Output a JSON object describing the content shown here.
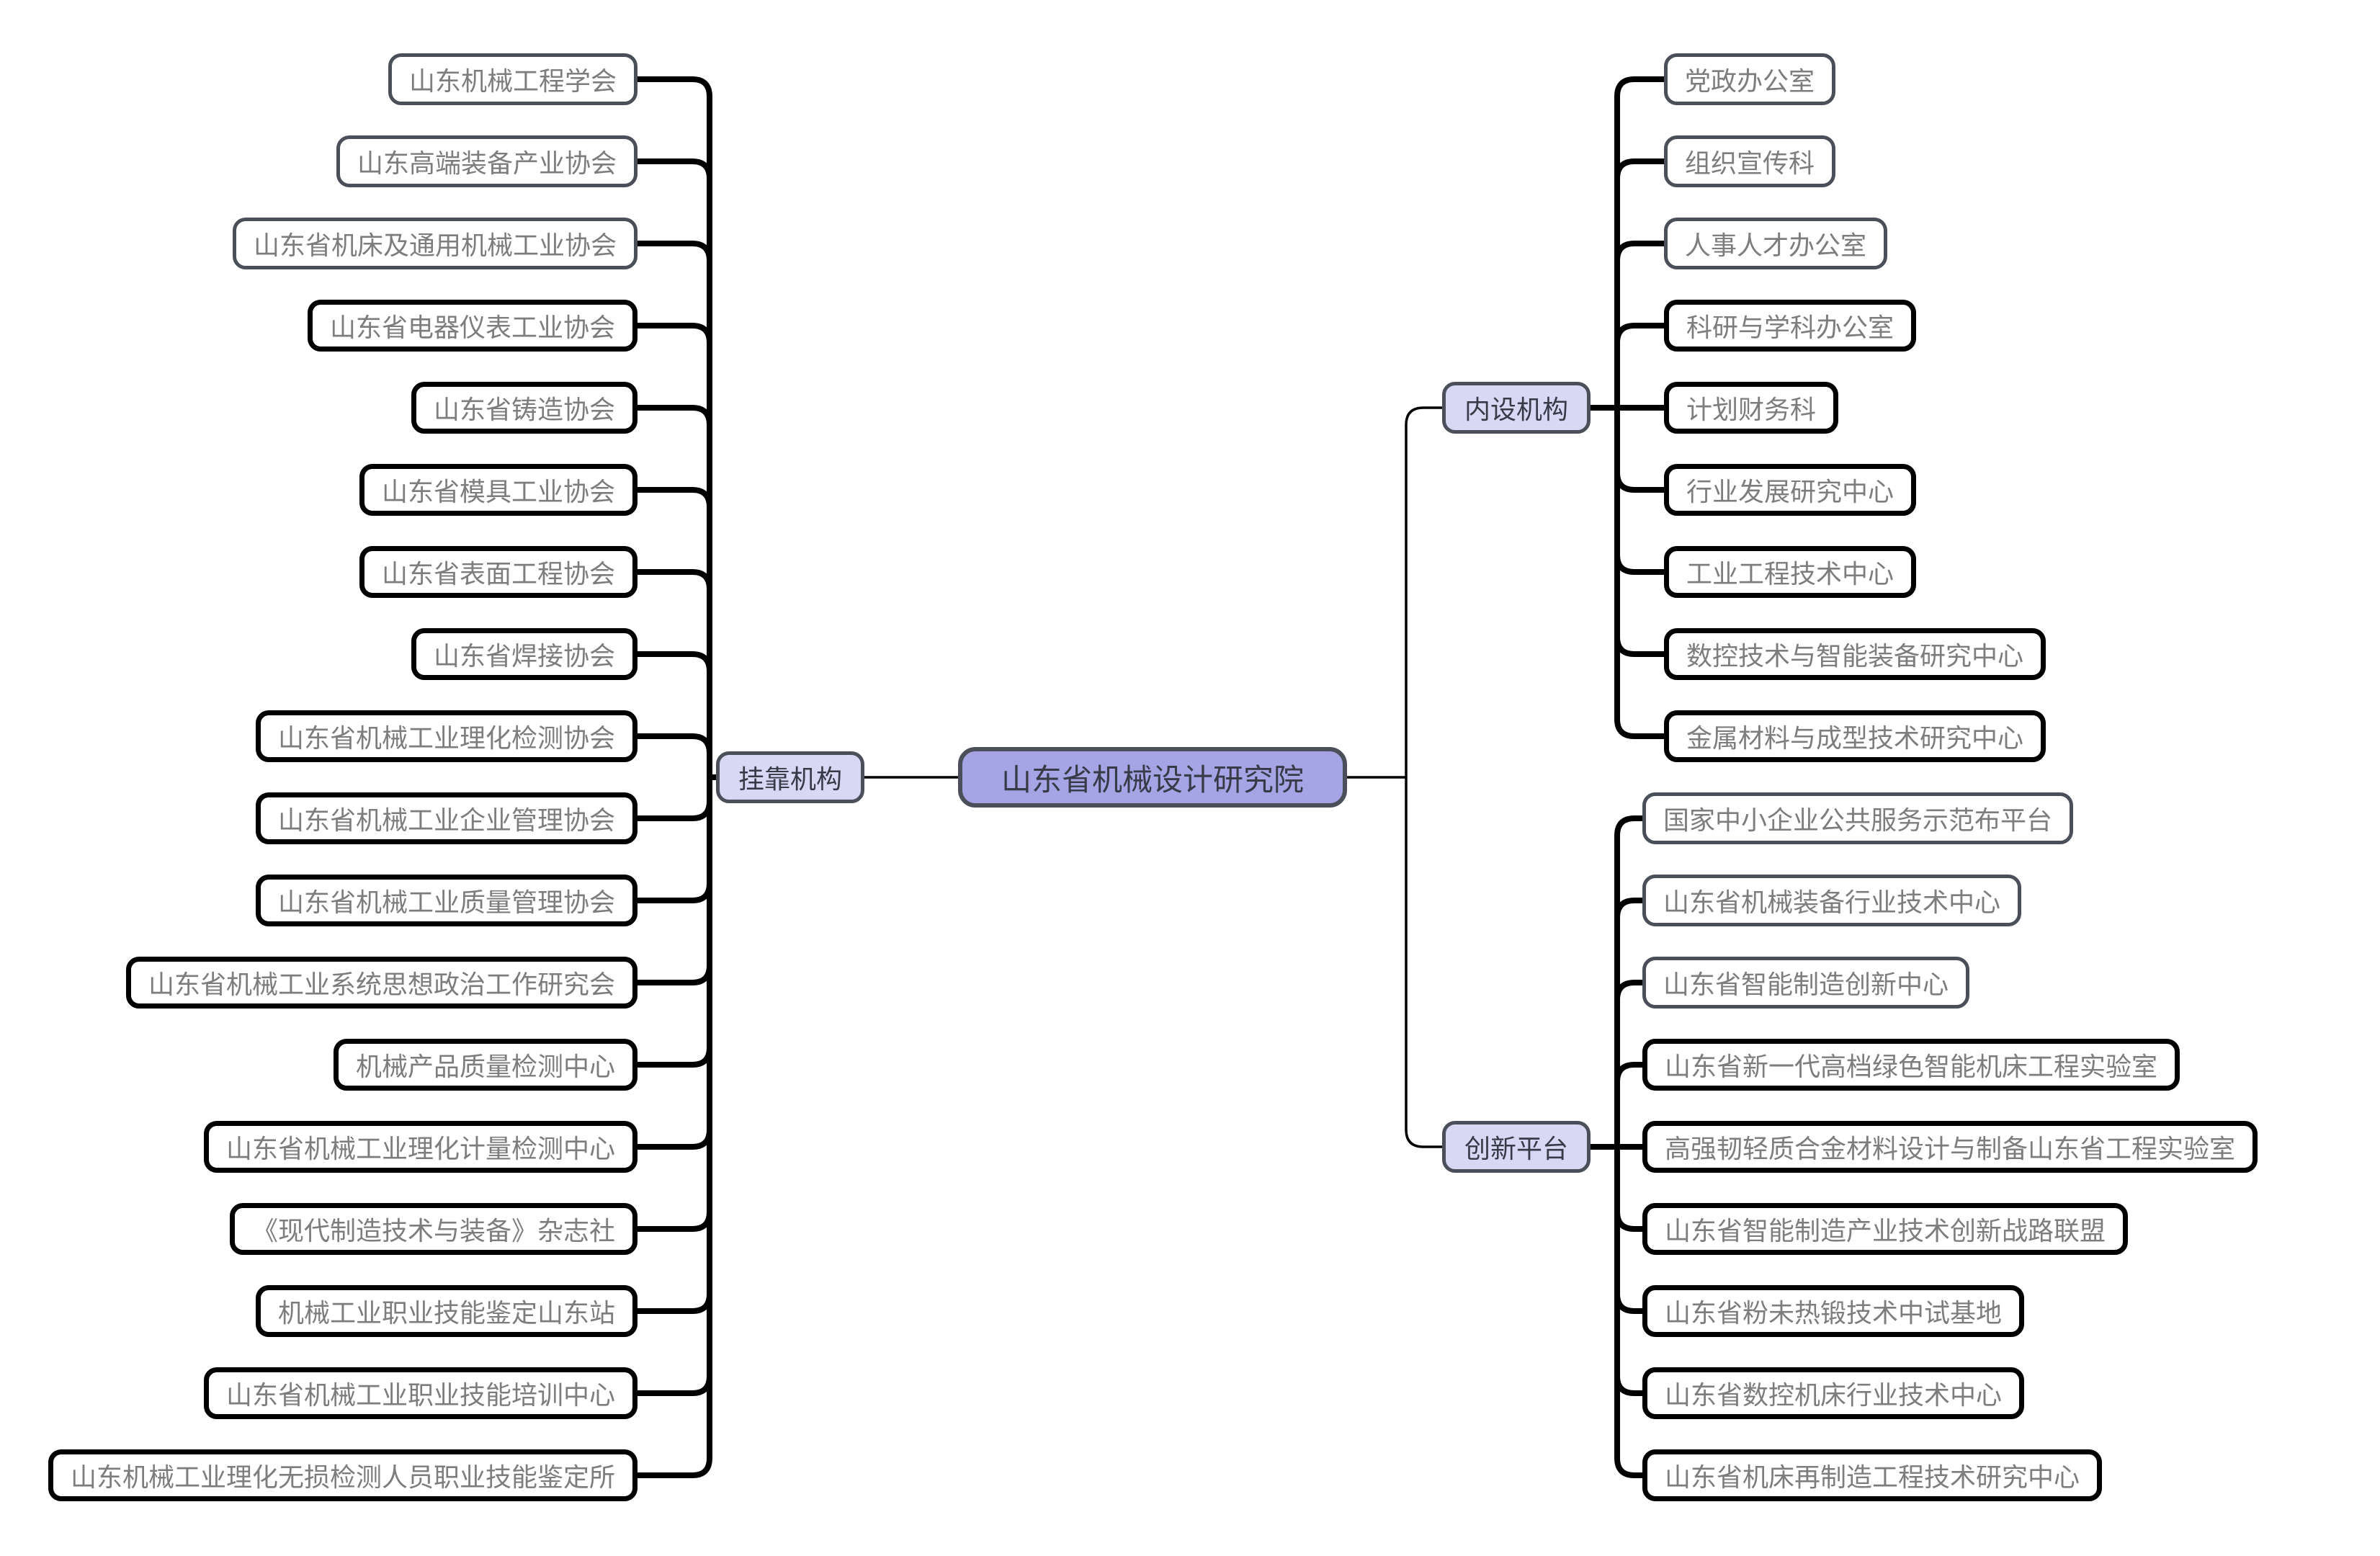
{
  "root": {
    "label": "山东省机械设计研究院"
  },
  "branches": [
    {
      "id": "guakao",
      "label": "挂靠机构",
      "side": "left",
      "children": [
        {
          "label": "山东机械工程学会",
          "variant": "gray"
        },
        {
          "label": "山东高端装备产业协会",
          "variant": "gray"
        },
        {
          "label": "山东省机床及通用机械工业协会",
          "variant": "gray"
        },
        {
          "label": "山东省电器仪表工业协会",
          "variant": "black"
        },
        {
          "label": "山东省铸造协会",
          "variant": "black"
        },
        {
          "label": "山东省模具工业协会",
          "variant": "black"
        },
        {
          "label": "山东省表面工程协会",
          "variant": "black"
        },
        {
          "label": "山东省焊接协会",
          "variant": "black"
        },
        {
          "label": "山东省机械工业理化检测协会",
          "variant": "black"
        },
        {
          "label": "山东省机械工业企业管理协会",
          "variant": "black"
        },
        {
          "label": "山东省机械工业质量管理协会",
          "variant": "black"
        },
        {
          "label": "山东省机械工业系统思想政治工作研究会",
          "variant": "black"
        },
        {
          "label": "机械产品质量检测中心",
          "variant": "black"
        },
        {
          "label": "山东省机械工业理化计量检测中心",
          "variant": "black"
        },
        {
          "label": "《现代制造技术与装备》杂志社",
          "variant": "black"
        },
        {
          "label": "机械工业职业技能鉴定山东站",
          "variant": "black"
        },
        {
          "label": "山东省机械工业职业技能培训中心",
          "variant": "black"
        },
        {
          "label": "山东机械工业理化无损检测人员职业技能鉴定所",
          "variant": "black"
        }
      ]
    },
    {
      "id": "neishe",
      "label": "内设机构",
      "side": "right",
      "children": [
        {
          "label": "党政办公室",
          "variant": "gray"
        },
        {
          "label": "组织宣传科",
          "variant": "gray"
        },
        {
          "label": "人事人才办公室",
          "variant": "gray"
        },
        {
          "label": "科研与学科办公室",
          "variant": "black"
        },
        {
          "label": "计划财务科",
          "variant": "black"
        },
        {
          "label": "行业发展研究中心",
          "variant": "black"
        },
        {
          "label": "工业工程技术中心",
          "variant": "black"
        },
        {
          "label": "数控技术与智能装备研究中心",
          "variant": "black"
        },
        {
          "label": "金属材料与成型技术研究中心",
          "variant": "black"
        }
      ]
    },
    {
      "id": "chuangxin",
      "label": "创新平台",
      "side": "right",
      "children": [
        {
          "label": "国家中小企业公共服务示范布平台",
          "variant": "gray"
        },
        {
          "label": "山东省机械装备行业技术中心",
          "variant": "gray"
        },
        {
          "label": "山东省智能制造创新中心",
          "variant": "gray"
        },
        {
          "label": "山东省新一代高档绿色智能机床工程实验室",
          "variant": "black"
        },
        {
          "label": "高强韧轻质合金材料设计与制备山东省工程实验室",
          "variant": "black"
        },
        {
          "label": "山东省智能制造产业技术创新战路联盟",
          "variant": "black"
        },
        {
          "label": "山东省粉未热锻技术中试基地",
          "variant": "black"
        },
        {
          "label": "山东省数控机床行业技术中心",
          "variant": "black"
        },
        {
          "label": "山东省机床再制造工程技术研究中心",
          "variant": "black"
        }
      ]
    }
  ],
  "colors": {
    "background": "#ffffff",
    "root_fill": "#a5a5e6",
    "branch_fill": "#d8d8f5",
    "node_border_gray": "#4a4f59",
    "node_border_black": "#000000",
    "leaf_text": "#7d7d7d",
    "label_text": "#363b47",
    "line": "#000000"
  }
}
